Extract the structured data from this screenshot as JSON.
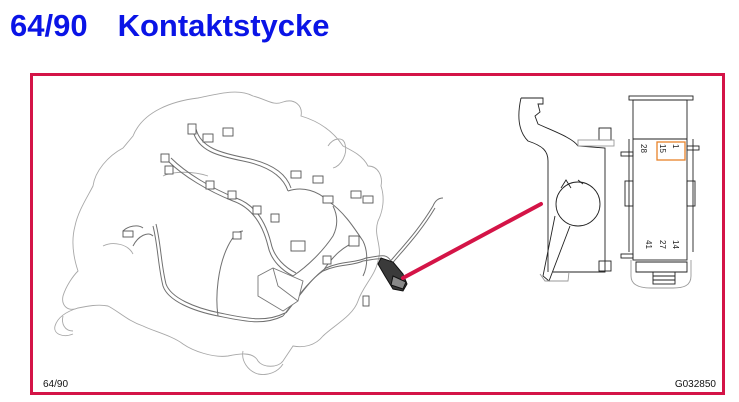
{
  "header": {
    "page_number": "64/90",
    "title": "Kontaktstycke"
  },
  "figure": {
    "caption_page": "64/90",
    "figure_id": "G032850",
    "frame_color": "#d41447",
    "leader_line_color": "#d41447",
    "highlight_color": "#e8822a",
    "connector_pin_labels": {
      "top": [
        "28",
        "15",
        "1"
      ],
      "bottom": [
        "41",
        "27",
        "14"
      ]
    }
  },
  "colors": {
    "title": "#0a14e6",
    "drawing_outline": "#9a9a9a",
    "drawing_detail": "#222222"
  }
}
